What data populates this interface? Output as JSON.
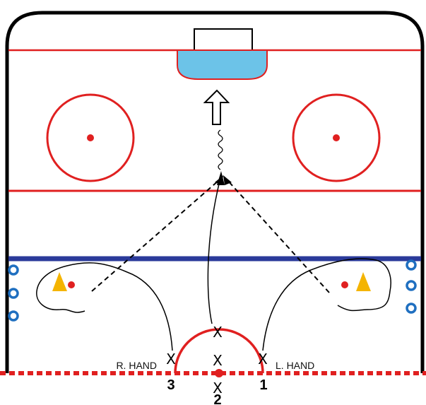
{
  "diagram": {
    "labels": {
      "right_hand": "R. HAND",
      "left_hand": "L. HAND"
    },
    "players": [
      {
        "id": "3",
        "mark": "X"
      },
      {
        "id": "2",
        "mark": "X"
      },
      {
        "id": "1",
        "mark": "X"
      }
    ],
    "colors": {
      "ice": "#ffffff",
      "red_line": "#e02020",
      "blue_line": "#2a3a9a",
      "crease": "#6cc3e8",
      "cone": "#f4b400",
      "puck_circle": "#1f6fc0",
      "skater_path": "#000000"
    }
  }
}
